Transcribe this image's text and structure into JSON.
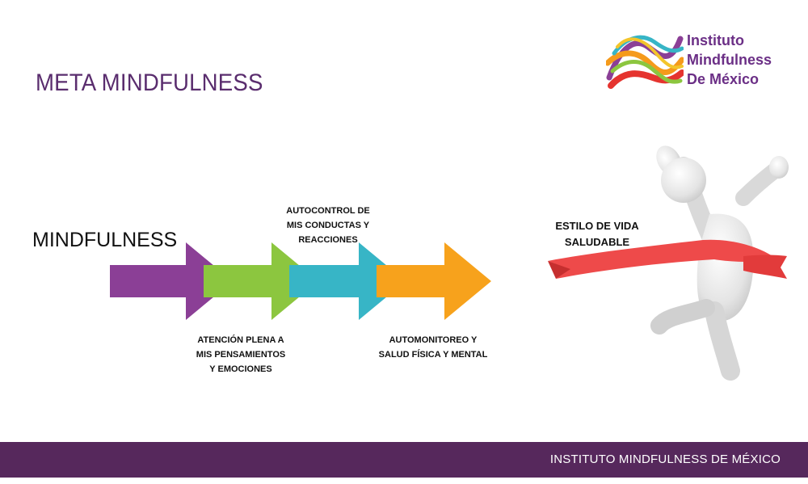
{
  "slide": {
    "title": "META MINDFULNESS"
  },
  "logo": {
    "line1": "Instituto",
    "line2": "Mindfulness",
    "line3": "De México",
    "text_color": "#6b2f86",
    "icon": "colorful-ribbon-logo"
  },
  "diagram": {
    "start_label": "MINDFULNESS",
    "steps": [
      {
        "label_line1": "ATENCIÓN PLENA A",
        "label_line2": "MIS PENSAMIENTOS",
        "label_line3": "Y EMOCIONES",
        "color": "#8b3f96"
      },
      {
        "label_line1": "AUTOCONTROL DE",
        "label_line2": "MIS CONDUCTAS Y",
        "label_line3": "REACCIONES",
        "color": "#8cc63f"
      },
      {
        "label_line1": "AUTOMONITOREO Y",
        "label_line2": "SALUD FÍSICA Y MENTAL",
        "color": "#37b5c6"
      },
      {
        "color": "#f7a21c"
      }
    ],
    "goal_line1": "ESTILO DE VIDA",
    "goal_line2": "SALUDABLE"
  },
  "figure": {
    "icon": "finish-line-runner-icon",
    "ribbon_color": "#ee4a4a"
  },
  "footer": {
    "text": "INSTITUTO MINDFULNESS DE MÉXICO",
    "background": "#56285c"
  }
}
